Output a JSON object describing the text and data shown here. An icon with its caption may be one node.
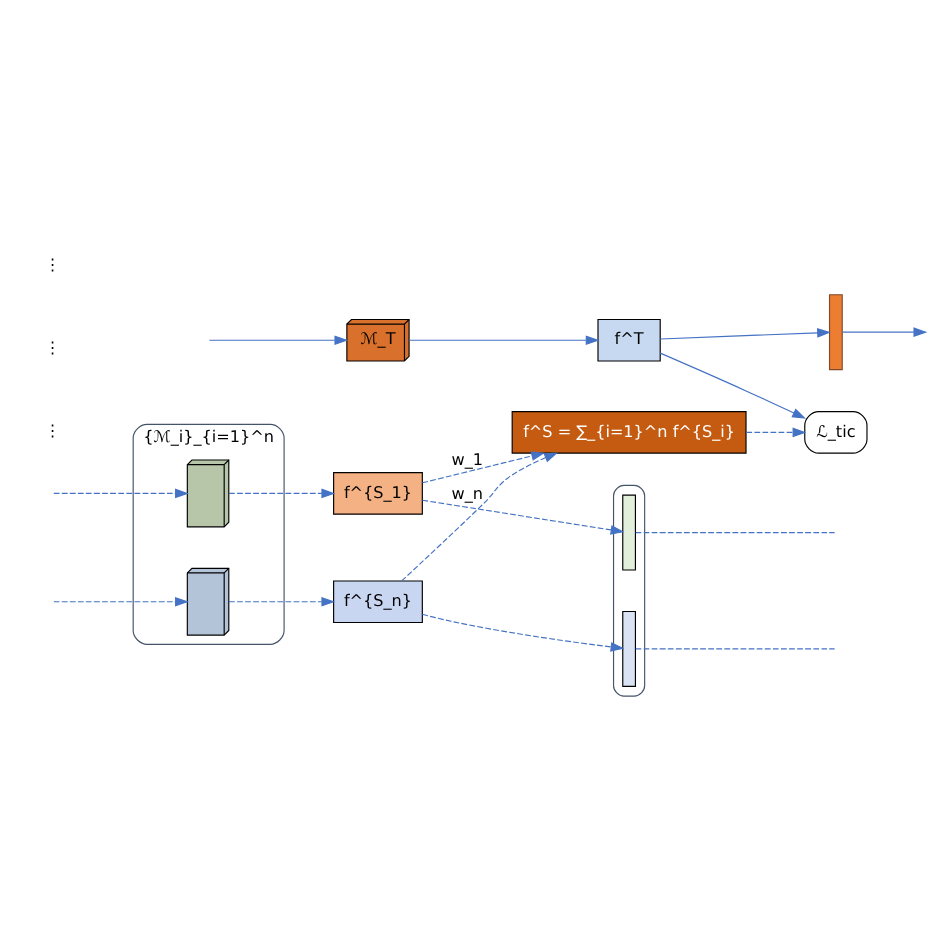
{
  "diagram": {
    "nodes": [
      {
        "text": [
          "ℳ_T"
        ]
      },
      {
        "text": [
          "f^T"
        ]
      },
      {
        "text": [],
        "shape": "bar"
      },
      {
        "text": [
          "ℒ_tic"
        ]
      },
      {
        "text": [
          "{ℳ_i}_{i=1}^n"
        ]
      },
      {
        "text": [],
        "shape": "box",
        "in": 4
      },
      {
        "text": [],
        "shape": "box",
        "in": 4
      },
      {
        "text": [
          "f^{S_1}"
        ]
      },
      {
        "text": [
          "f^{S_n}"
        ]
      },
      {
        "text": [
          "f^S = ∑_{i=1}^n f^{S_i}"
        ]
      },
      {
        "text": [],
        "shape": "box"
      },
      {
        "text": [],
        "shape": "bar",
        "in": 10
      },
      {
        "text": [],
        "shape": "bar",
        "in": 10
      }
    ],
    "edges": [
      {
        "from": null,
        "to": 0,
        "arrow": "to"
      },
      {
        "from": 0,
        "to": 1,
        "arrow": "to"
      },
      {
        "from": 1,
        "to": 2,
        "arrow": "to"
      },
      {
        "from": 1,
        "to": 3,
        "arrow": "to"
      },
      {
        "from": 2,
        "to": null,
        "arrow": "to"
      },
      {
        "from": null,
        "to": 5,
        "arrow": "to",
        "style": "dashed"
      },
      {
        "from": null,
        "to": 6,
        "arrow": "to",
        "style": "dashed"
      },
      {
        "from": 5,
        "to": 7,
        "arrow": "to",
        "style": "dashed"
      },
      {
        "from": 6,
        "to": 8,
        "arrow": "to",
        "style": "dashed"
      },
      {
        "from": 7,
        "to": 9,
        "arrow": "to",
        "style": "dashed",
        "label": "w_1"
      },
      {
        "from": 8,
        "to": 9,
        "arrow": "to",
        "style": "dashed",
        "label": "w_n"
      },
      {
        "from": 7,
        "to": 11,
        "arrow": "to",
        "style": "dashed"
      },
      {
        "from": 8,
        "to": 12,
        "arrow": "to",
        "style": "dashed"
      },
      {
        "from": 9,
        "to": 3,
        "arrow": "to",
        "style": "dashed"
      },
      {
        "from": 11,
        "to": null,
        "arrow": "none",
        "style": "dashed"
      },
      {
        "from": 12,
        "to": null,
        "arrow": "none",
        "style": "dashed"
      }
    ],
    "labels": [
      "⋮",
      "⋮",
      "⋮"
    ]
  }
}
